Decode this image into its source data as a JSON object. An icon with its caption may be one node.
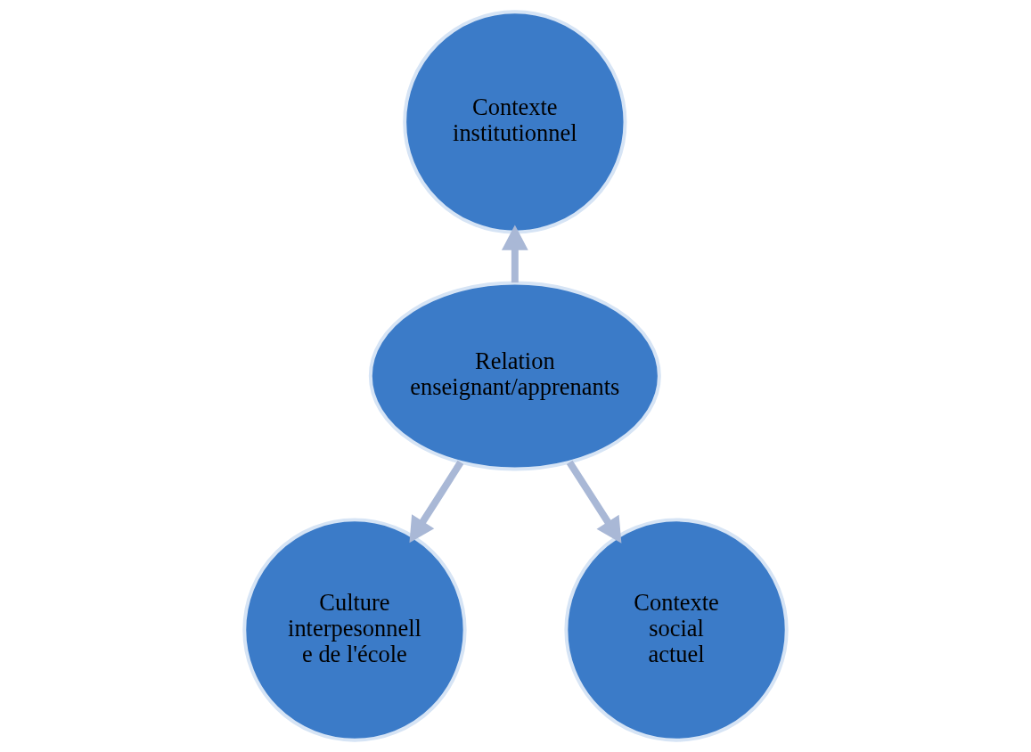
{
  "diagram": {
    "nodes": [
      {
        "text": [
          "Relation enseignant/apprenants"
        ]
      },
      {
        "text": [
          "Contexte institutionnel"
        ]
      },
      {
        "text": [
          "Culture interpesonnell e de l'école"
        ]
      },
      {
        "text": [
          "Contexte social actuel"
        ]
      }
    ],
    "edges": [
      {
        "from": 0,
        "to": 1,
        "arrow": "to"
      },
      {
        "from": 0,
        "to": 2,
        "arrow": "to"
      },
      {
        "from": 0,
        "to": 3,
        "arrow": "to"
      }
    ]
  }
}
